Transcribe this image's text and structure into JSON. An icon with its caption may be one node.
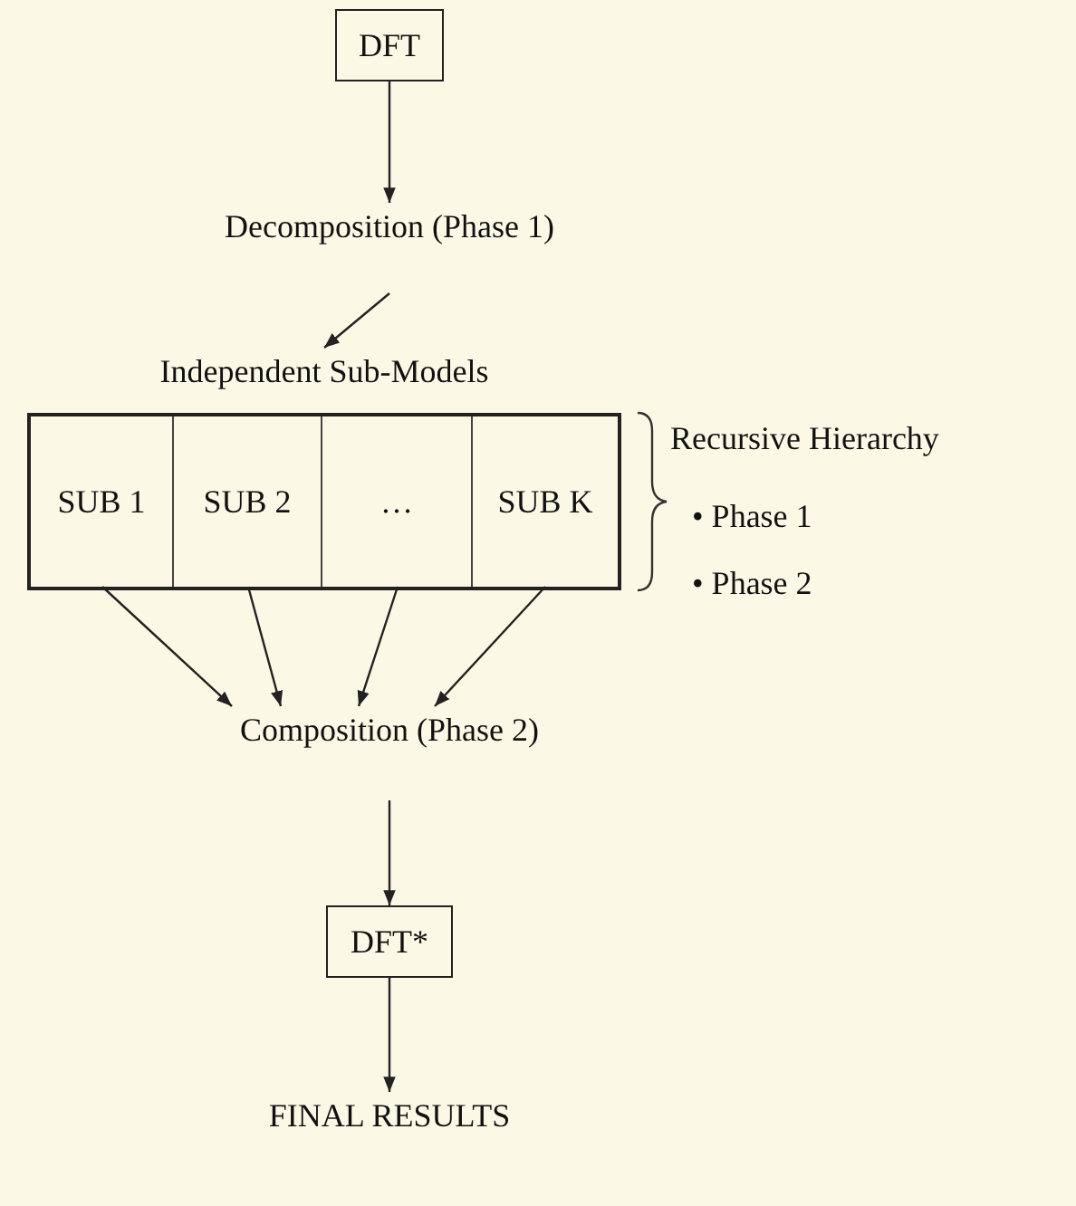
{
  "diagram": {
    "nodes": [
      {
        "text": [
          "DFT"
        ]
      },
      {
        "text": [
          "Decomposition (Phase 1)"
        ]
      },
      {
        "text": [
          "Independent Sub-Models"
        ]
      },
      {
        "text": [
          "SUB 1"
        ],
        "in": 2
      },
      {
        "text": [
          "SUB 2"
        ],
        "in": 2
      },
      {
        "text": [
          "…"
        ],
        "in": 2
      },
      {
        "text": [
          "SUB K"
        ],
        "in": 2
      },
      {
        "text": [
          "Composition (Phase 2)"
        ]
      },
      {
        "text": [
          "DFT*"
        ]
      },
      {
        "text": [
          "FINAL RESULTS"
        ]
      }
    ],
    "edges": [
      {
        "from": 0,
        "to": 1,
        "arrow": "to"
      },
      {
        "from": 1,
        "to": 2,
        "arrow": "to"
      },
      {
        "from": 3,
        "to": 7,
        "arrow": "to"
      },
      {
        "from": 4,
        "to": 7,
        "arrow": "to"
      },
      {
        "from": 5,
        "to": 7,
        "arrow": "to"
      },
      {
        "from": 6,
        "to": 7,
        "arrow": "to"
      },
      {
        "from": 7,
        "to": 8,
        "arrow": "to"
      },
      {
        "from": 8,
        "to": 9,
        "arrow": "to"
      }
    ],
    "labels": [
      "Recursive Hierarchy",
      "• Phase 1",
      "• Phase 2"
    ]
  }
}
